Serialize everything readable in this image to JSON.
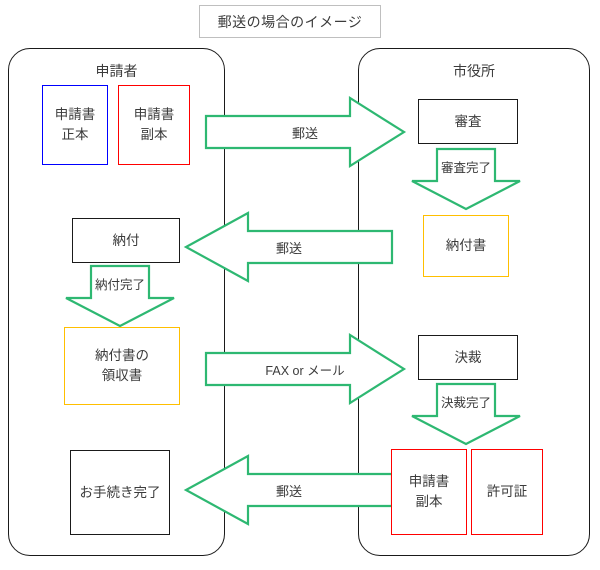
{
  "diagram": {
    "title": "郵送の場合のイメージ",
    "lanes": [
      {
        "id": "applicant",
        "title": "申請者"
      },
      {
        "id": "cityhall",
        "title": "市役所"
      }
    ],
    "applicant_boxes": [
      {
        "name": "application-original",
        "line1": "申請書",
        "line2": "正本",
        "color": "#0000ff"
      },
      {
        "name": "application-copy",
        "line1": "申請書",
        "line2": "副本",
        "color": "#ff0000"
      },
      {
        "name": "payment",
        "line1": "納付",
        "line2": "",
        "color": "#1a1a1a"
      },
      {
        "name": "payment-receipt",
        "line1": "納付書の",
        "line2": "領収書",
        "color": "#ffbf00"
      },
      {
        "name": "procedure-complete",
        "line1": "お手続き完了",
        "line2": "",
        "color": "#1a1a1a"
      }
    ],
    "cityhall_boxes": [
      {
        "name": "examination",
        "line1": "審査",
        "line2": "",
        "color": "#1a1a1a"
      },
      {
        "name": "payment-slip",
        "line1": "納付書",
        "line2": "",
        "color": "#ffbf00"
      },
      {
        "name": "approval",
        "line1": "決裁",
        "line2": "",
        "color": "#1a1a1a"
      },
      {
        "name": "application-copy2",
        "line1": "申請書",
        "line2": "副本",
        "color": "#ff0000"
      },
      {
        "name": "permit",
        "line1": "許可証",
        "line2": "",
        "color": "#ff0000"
      }
    ],
    "horizontal_arrows": [
      {
        "name": "mail-to-cityhall",
        "label": "郵送",
        "direction": "right"
      },
      {
        "name": "mail-to-applicant-1",
        "label": "郵送",
        "direction": "left"
      },
      {
        "name": "fax-or-email",
        "label": "FAX or メール",
        "direction": "right"
      },
      {
        "name": "mail-to-applicant-2",
        "label": "郵送",
        "direction": "left"
      }
    ],
    "vertical_arrows": [
      {
        "name": "examination-complete",
        "label": "審査完了"
      },
      {
        "name": "payment-complete",
        "label": "納付完了"
      },
      {
        "name": "approval-complete",
        "label": "決裁完了"
      }
    ],
    "colors": {
      "arrow_green": "#2eb872",
      "border_black": "#1a1a1a",
      "border_blue": "#0000ff",
      "border_red": "#ff0000",
      "border_orange": "#ffbf00",
      "title_border": "#bfbfbf",
      "text": "#3b3b3b"
    }
  }
}
